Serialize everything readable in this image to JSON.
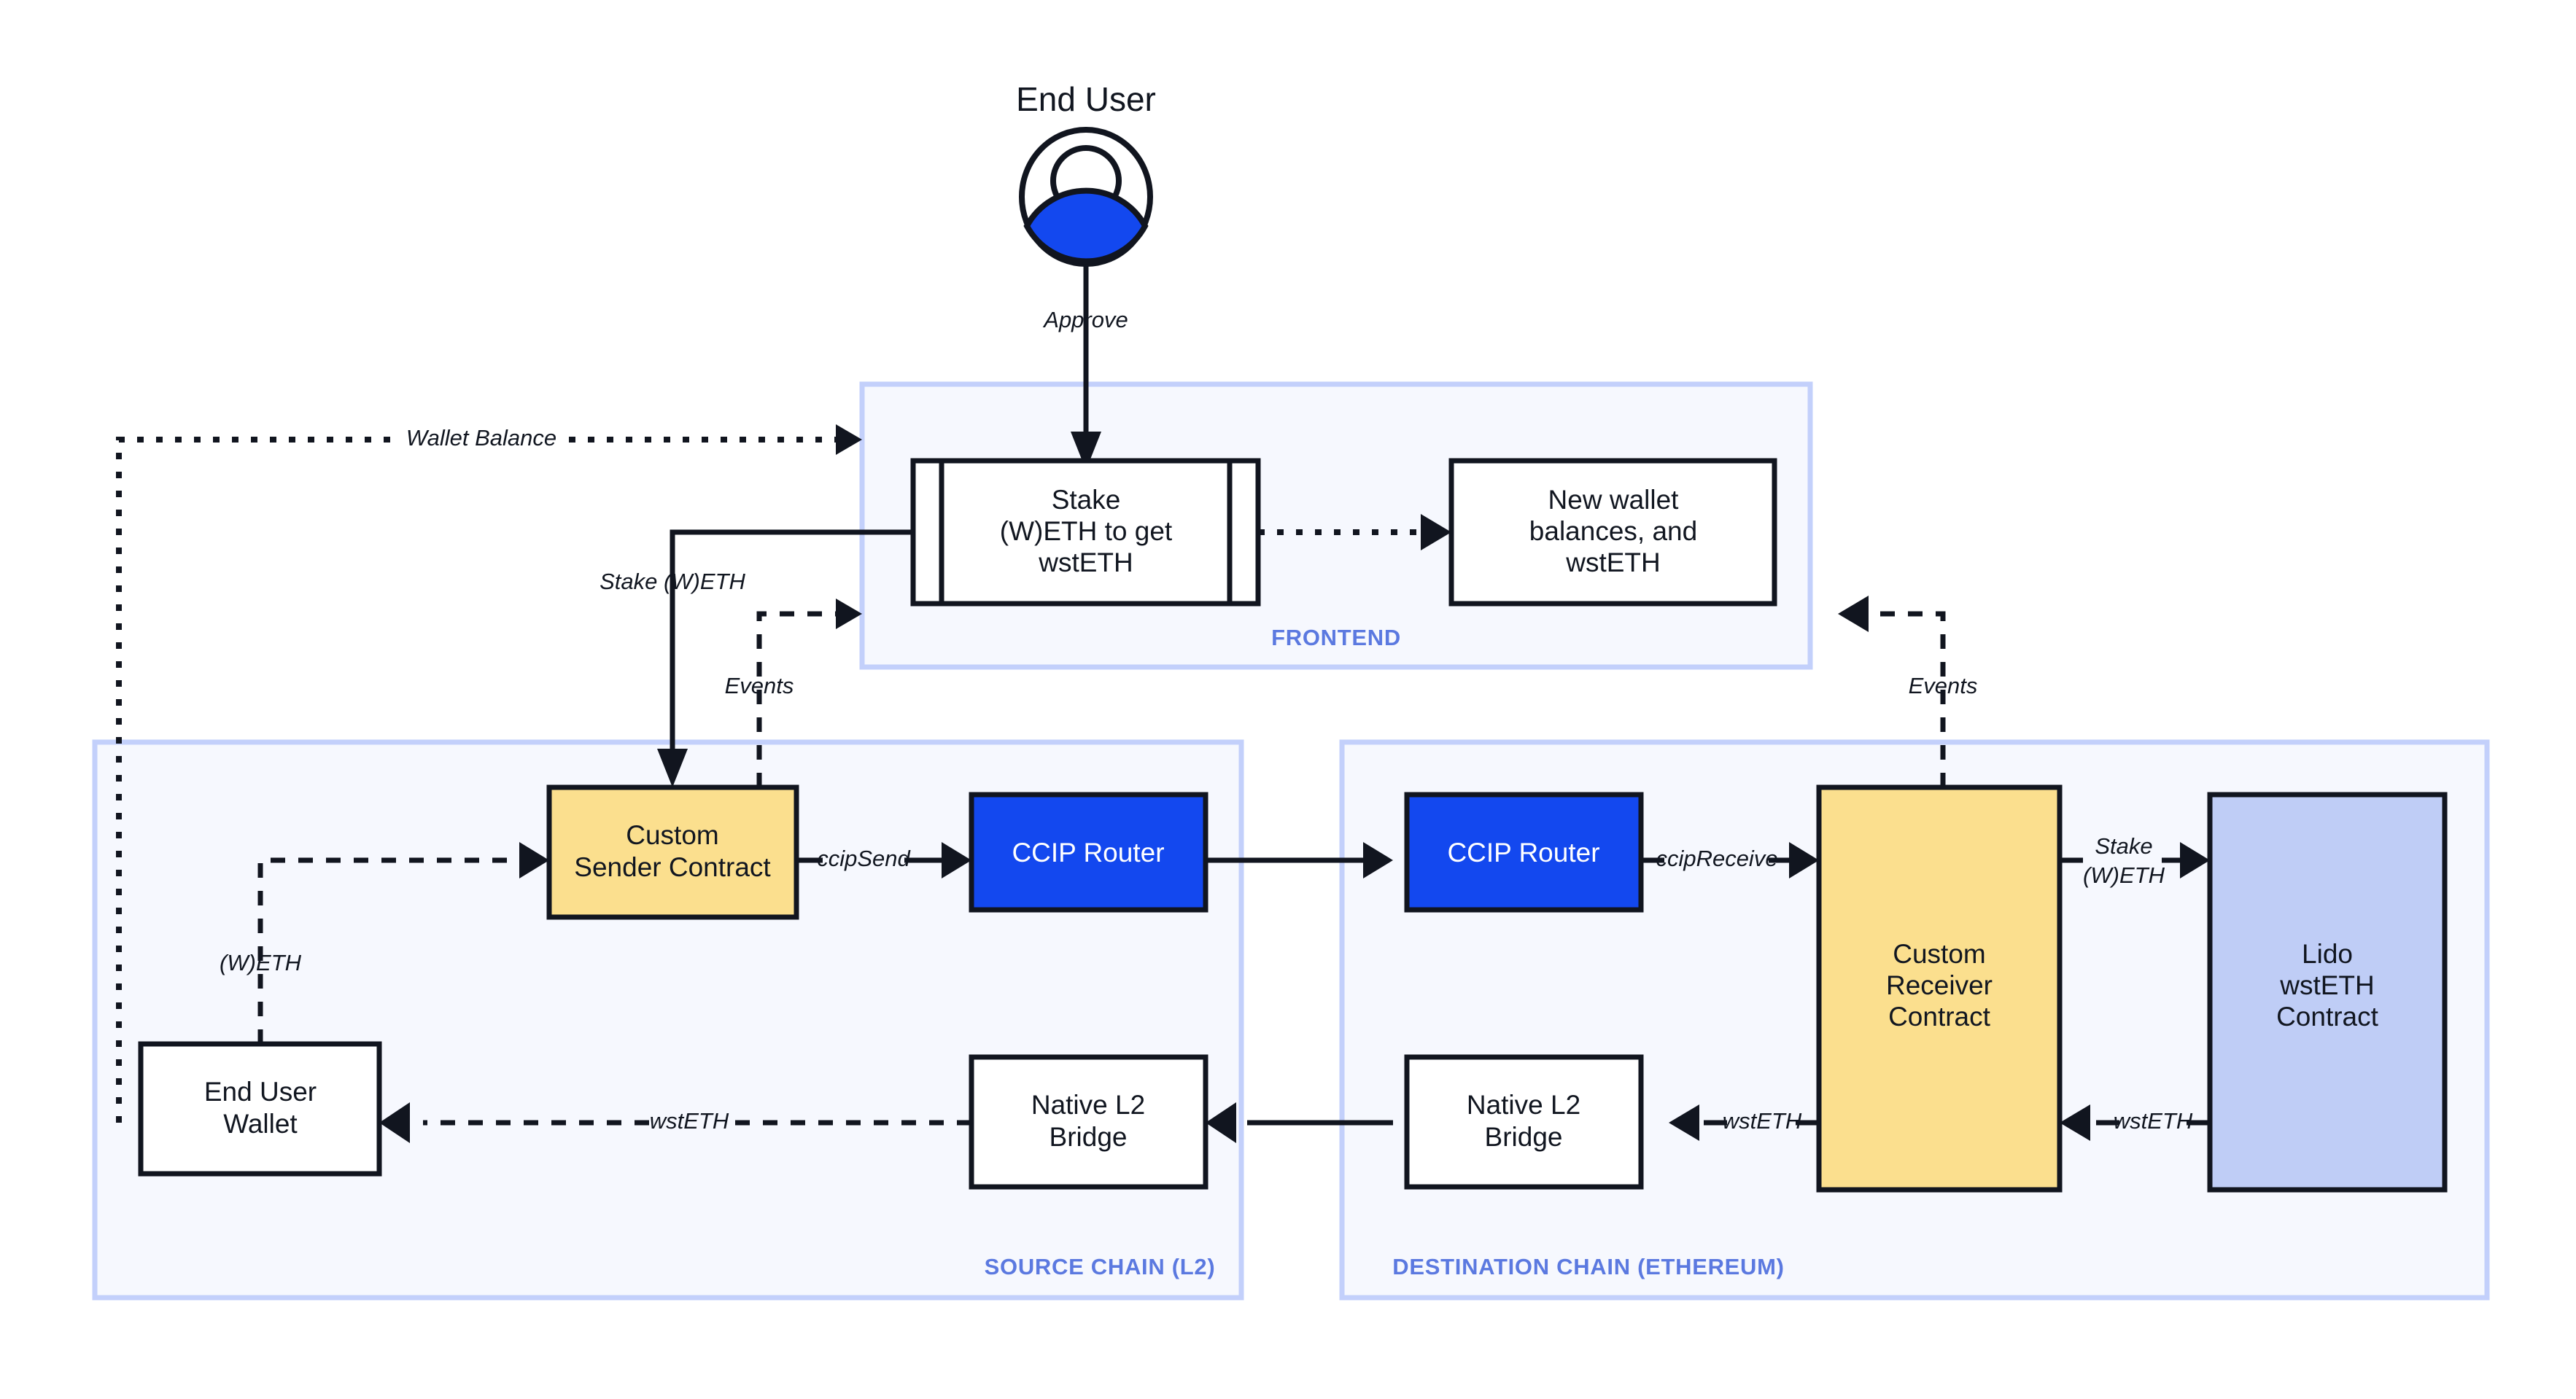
{
  "diagram": {
    "title_actor": "End User",
    "colors": {
      "accent_blue": "#1348ef",
      "group_fill": "#f6f8fe",
      "group_stroke": "#c3d0fb",
      "group_label": "#5b79e0",
      "contract_yellow": "#fbdf8e",
      "lido_lilac": "#bfcdf6",
      "ink": "#11151f",
      "canvas": "#ffffff"
    },
    "groups": [
      {
        "id": "frontend",
        "label": "FRONTEND"
      },
      {
        "id": "source",
        "label": "SOURCE CHAIN (L2)"
      },
      {
        "id": "destination",
        "label": "DESTINATION CHAIN (ETHEREUM)"
      }
    ],
    "nodes": [
      {
        "id": "end-user",
        "label": "End User",
        "shape": "actor",
        "group": null
      },
      {
        "id": "stake-form",
        "label": "Stake\n(W)ETH to get\nwstETH",
        "shape": "subroutine",
        "group": "frontend"
      },
      {
        "id": "new-balances",
        "label": "New wallet\nbalances, and\nwstETH",
        "shape": "rect",
        "group": "frontend"
      },
      {
        "id": "sender-contract",
        "label": "Custom\nSender Contract",
        "shape": "rect",
        "group": "source",
        "fill": "yellow"
      },
      {
        "id": "ccip-router-src",
        "label": "CCIP Router",
        "shape": "rect",
        "group": "source",
        "fill": "blue"
      },
      {
        "id": "end-user-wallet",
        "label": "End User\nWallet",
        "shape": "rect",
        "group": "source"
      },
      {
        "id": "native-bridge-src",
        "label": "Native L2\nBridge",
        "shape": "rect",
        "group": "source"
      },
      {
        "id": "ccip-router-dst",
        "label": "CCIP Router",
        "shape": "rect",
        "group": "destination",
        "fill": "blue"
      },
      {
        "id": "receiver-contract",
        "label": "Custom\nReceiver\nContract",
        "shape": "rect",
        "group": "destination",
        "fill": "yellow"
      },
      {
        "id": "native-bridge-dst",
        "label": "Native L2\nBridge",
        "shape": "rect",
        "group": "destination"
      },
      {
        "id": "lido-contract",
        "label": "Lido\nwstETH\nContract",
        "shape": "rect",
        "group": "destination",
        "fill": "lilac"
      }
    ],
    "edges": [
      {
        "id": "approve",
        "from": "end-user",
        "to": "stake-form",
        "label": "Approve",
        "style": "solid"
      },
      {
        "id": "wallet-balance",
        "from": "end-user-wallet",
        "to": "frontend",
        "label": "Wallet Balance",
        "style": "dashed"
      },
      {
        "id": "stake-weth",
        "from": "stake-form",
        "to": "sender-contract",
        "label": "Stake (W)ETH",
        "style": "solid"
      },
      {
        "id": "events-src",
        "from": "sender-contract",
        "to": "frontend",
        "label": "Events",
        "style": "dashed"
      },
      {
        "id": "new-balances-e",
        "from": "stake-form",
        "to": "new-balances",
        "label": "",
        "style": "dotted"
      },
      {
        "id": "weth-transfer",
        "from": "end-user-wallet",
        "to": "sender-contract",
        "label": "(W)ETH",
        "style": "dashed"
      },
      {
        "id": "ccip-send",
        "from": "sender-contract",
        "to": "ccip-router-src",
        "label": "ccipSend",
        "style": "solid"
      },
      {
        "id": "cross-chain",
        "from": "ccip-router-src",
        "to": "ccip-router-dst",
        "label": "",
        "style": "solid"
      },
      {
        "id": "ccip-receive",
        "from": "ccip-router-dst",
        "to": "receiver-contract",
        "label": "ccipReceive",
        "style": "solid"
      },
      {
        "id": "stake-weth-dst",
        "from": "receiver-contract",
        "to": "lido-contract",
        "label": "Stake\n(W)ETH",
        "style": "solid"
      },
      {
        "id": "wsteth-lido",
        "from": "lido-contract",
        "to": "receiver-contract",
        "label": "wstETH",
        "style": "solid"
      },
      {
        "id": "wsteth-bridge",
        "from": "receiver-contract",
        "to": "native-bridge-dst",
        "label": "wstETH",
        "style": "solid"
      },
      {
        "id": "bridge-hop",
        "from": "native-bridge-dst",
        "to": "native-bridge-src",
        "label": "",
        "style": "solid"
      },
      {
        "id": "wsteth-wallet",
        "from": "native-bridge-src",
        "to": "end-user-wallet",
        "label": "wstETH",
        "style": "dashed"
      },
      {
        "id": "events-dst",
        "from": "receiver-contract",
        "to": "new-balances",
        "label": "Events",
        "style": "dashed"
      }
    ]
  }
}
